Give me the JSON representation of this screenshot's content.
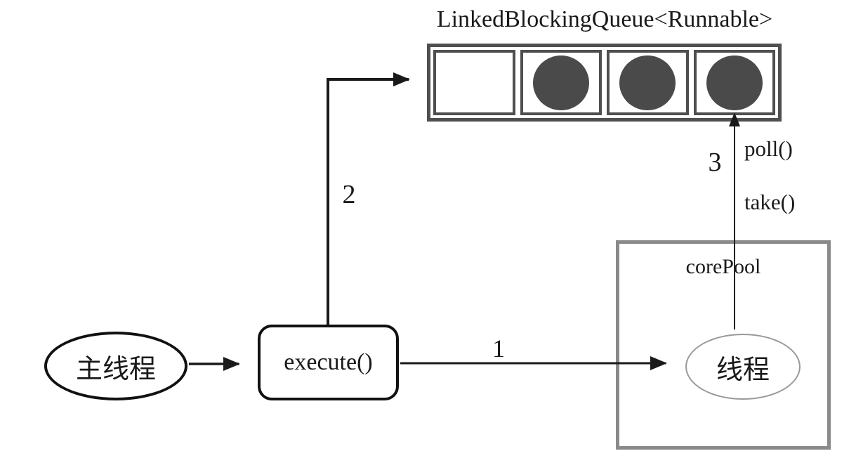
{
  "queue": {
    "title": "LinkedBlockingQueue<Runnable>",
    "cells": [
      {
        "occupied": false
      },
      {
        "occupied": true
      },
      {
        "occupied": true
      },
      {
        "occupied": true
      }
    ]
  },
  "nodes": {
    "main_thread": {
      "label": "主线程"
    },
    "execute": {
      "label": "execute()"
    },
    "core_pool": {
      "label": "corePool"
    },
    "worker_thread": {
      "label": "线程"
    }
  },
  "edges": {
    "step1": {
      "label": "1",
      "from": "execute()",
      "to": "线程"
    },
    "step2": {
      "label": "2",
      "from": "execute()",
      "to": "LinkedBlockingQueue<Runnable>"
    },
    "step3": {
      "label": "3",
      "from": "线程",
      "to": "LinkedBlockingQueue<Runnable>",
      "methods": [
        "poll()",
        "take()"
      ]
    }
  },
  "colors": {
    "line": "#1a1a1a",
    "queue_border": "#4f4f4f",
    "task_fill": "#4a4a4a",
    "pool_border": "#8a8a8a",
    "thread_border": "#999999",
    "background": "#ffffff"
  }
}
